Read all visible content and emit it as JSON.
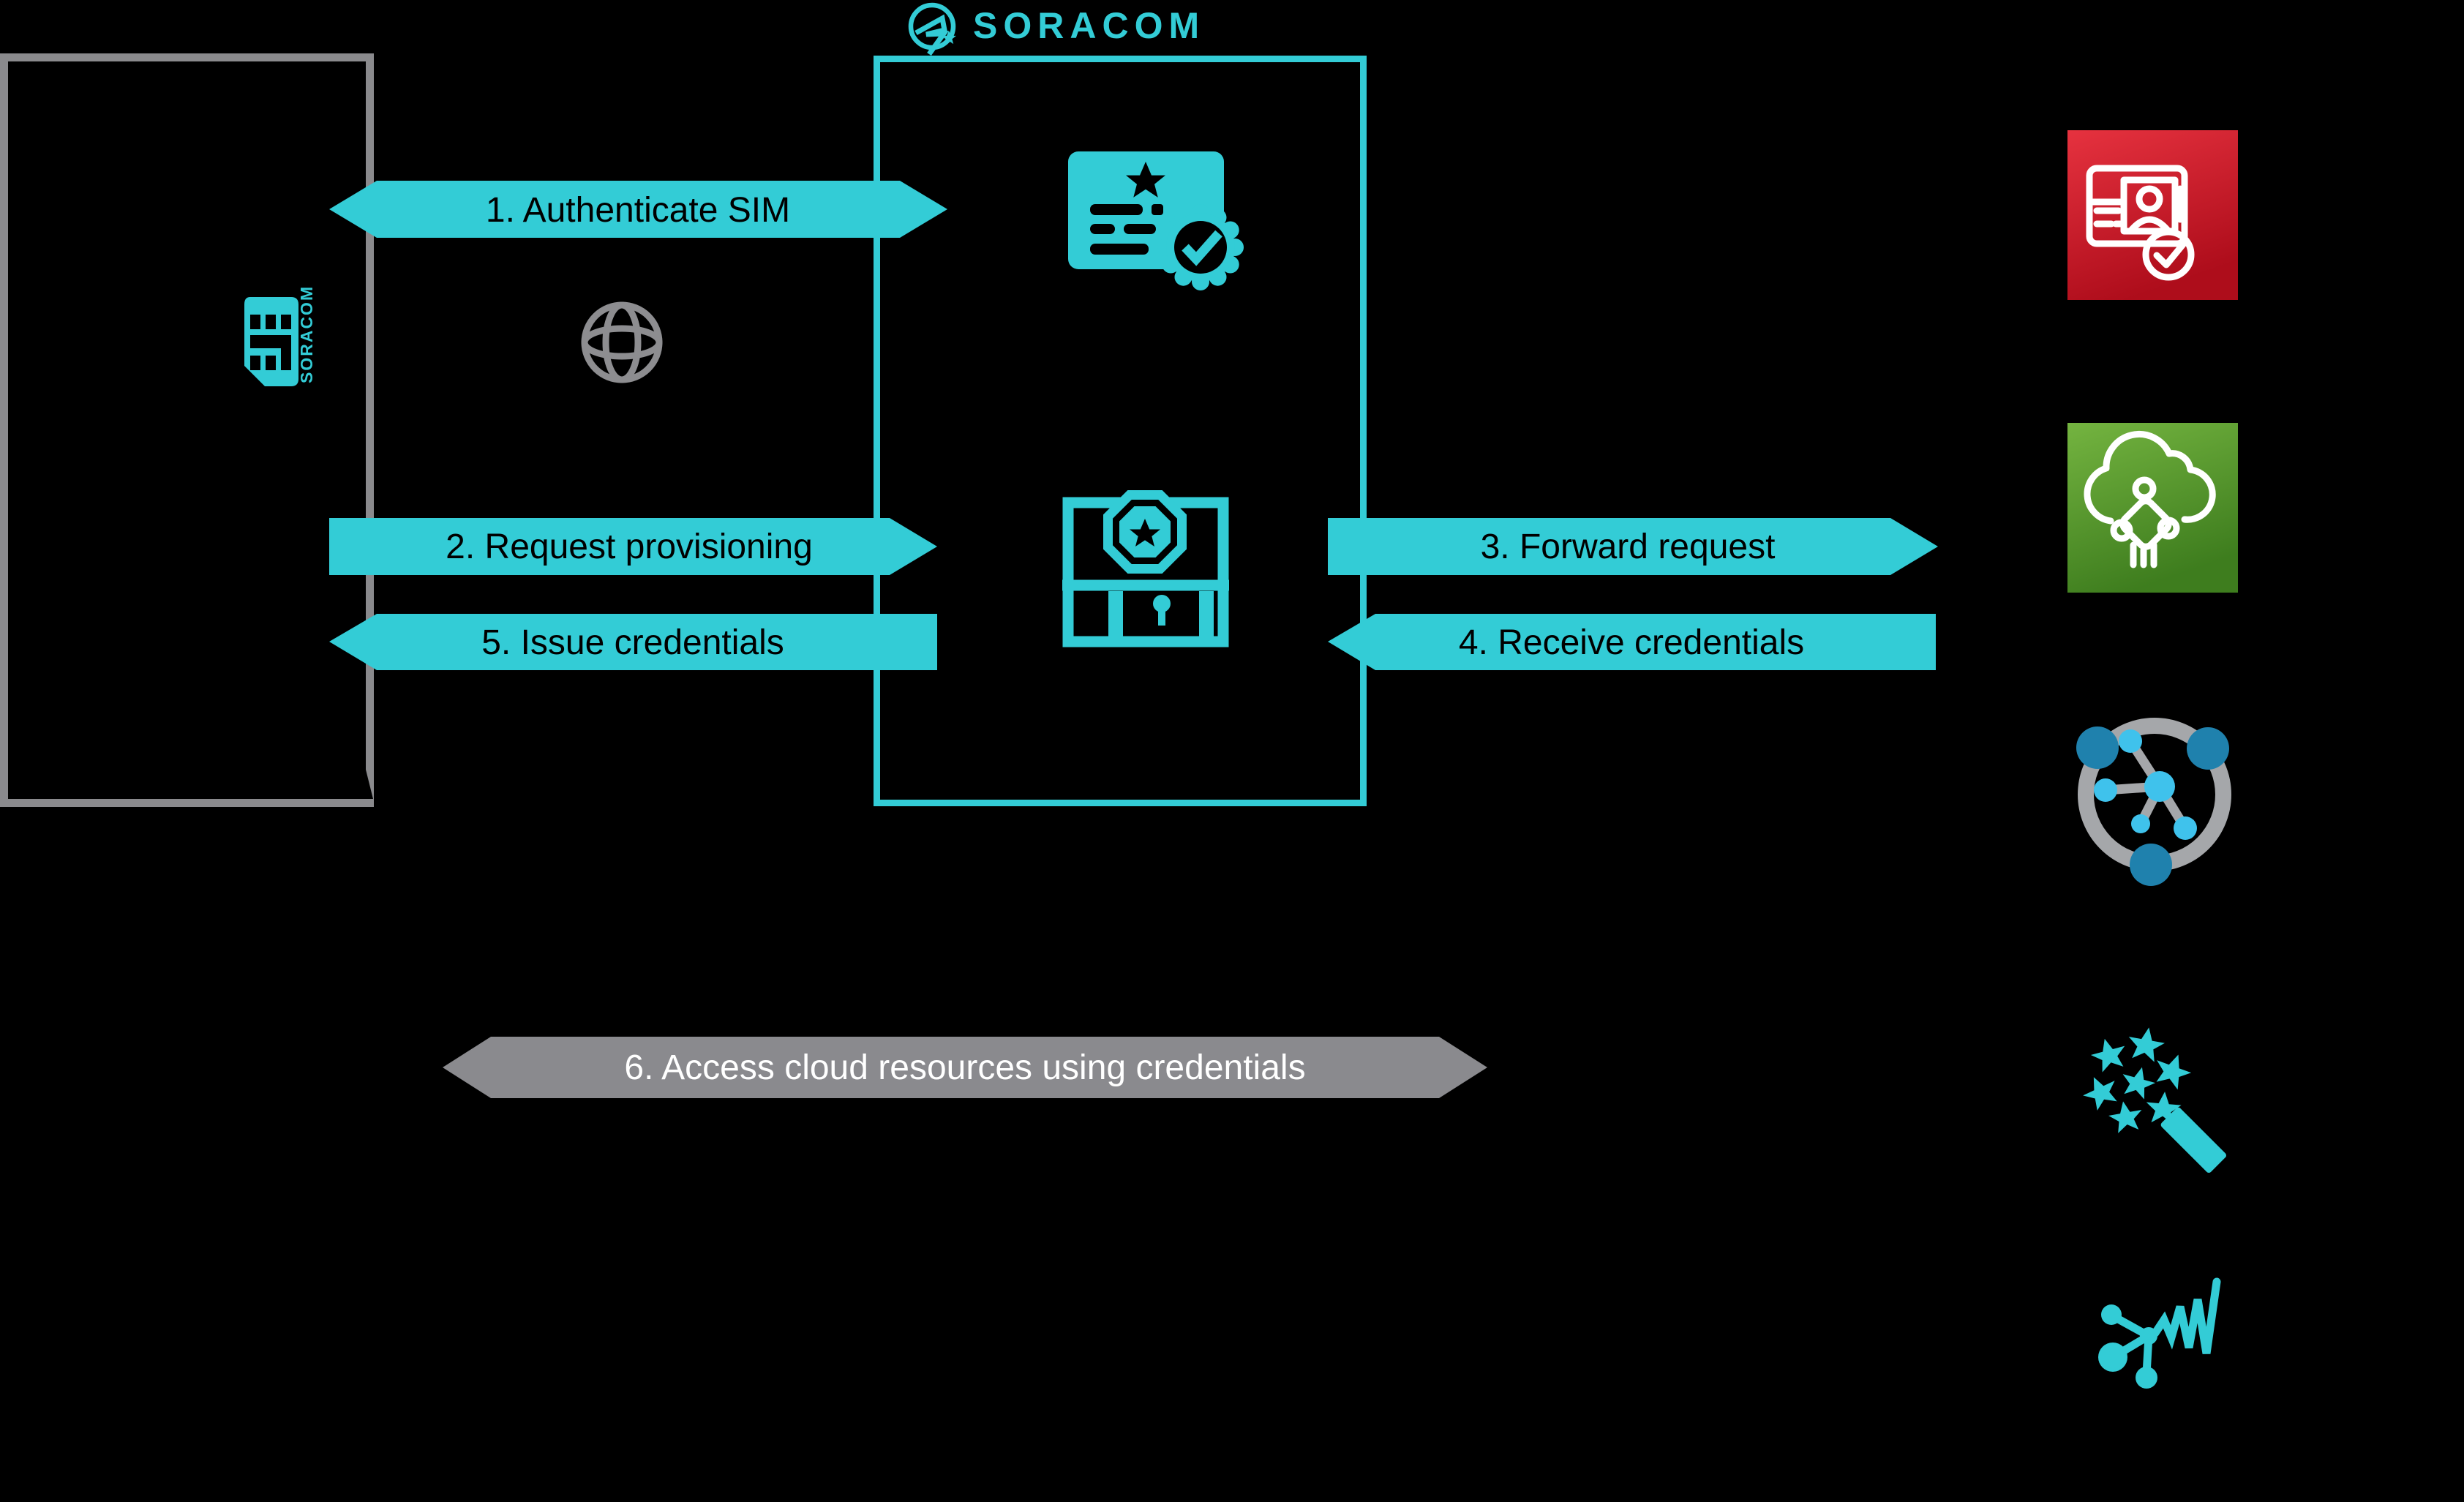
{
  "brand": {
    "name": "SORACOM"
  },
  "device_box": {
    "sim_card_text": "SORACOM"
  },
  "arrows": {
    "step1": {
      "label": "1. Authenticate SIM",
      "direction": "both",
      "color": "#33CCD6"
    },
    "step2": {
      "label": "2. Request provisioning",
      "direction": "right",
      "color": "#33CCD6"
    },
    "step3": {
      "label": "3. Forward request",
      "direction": "right",
      "color": "#33CCD6"
    },
    "step4": {
      "label": "4. Receive credentials",
      "direction": "left",
      "color": "#33CCD6"
    },
    "step5": {
      "label": "5. Issue credentials",
      "direction": "left",
      "color": "#33CCD6"
    },
    "step6": {
      "label": "6. Access cloud resources using credentials",
      "direction": "both",
      "color": "#8A8A8E"
    }
  },
  "icons": {
    "header": [
      "soracom-logo-icon"
    ],
    "device": [
      "sim-card-icon"
    ],
    "network": [
      "globe-icon"
    ],
    "platform": [
      "certificate-verified-icon",
      "secure-vault-icon"
    ],
    "cloud_services": [
      "identity-card-check-icon",
      "iot-cloud-circuit-icon",
      "network-ring-icon",
      "magic-wand-stars-icon",
      "branch-signal-icon"
    ]
  },
  "colors": {
    "background": "#000000",
    "accent_cyan": "#33CCD6",
    "box_gray": "#8A8A8D",
    "globe_gray": "#8D8D90",
    "arrow_gray": "#8A8A8E",
    "aws_red_start": "#E6323F",
    "aws_red_end": "#AE0D1B",
    "aws_green_start": "#74B440",
    "aws_green_end": "#3E7D1E",
    "ring_gray": "#A5A7AA",
    "node_dark_blue": "#1F81AD",
    "node_light_blue": "#3FC2EC"
  }
}
